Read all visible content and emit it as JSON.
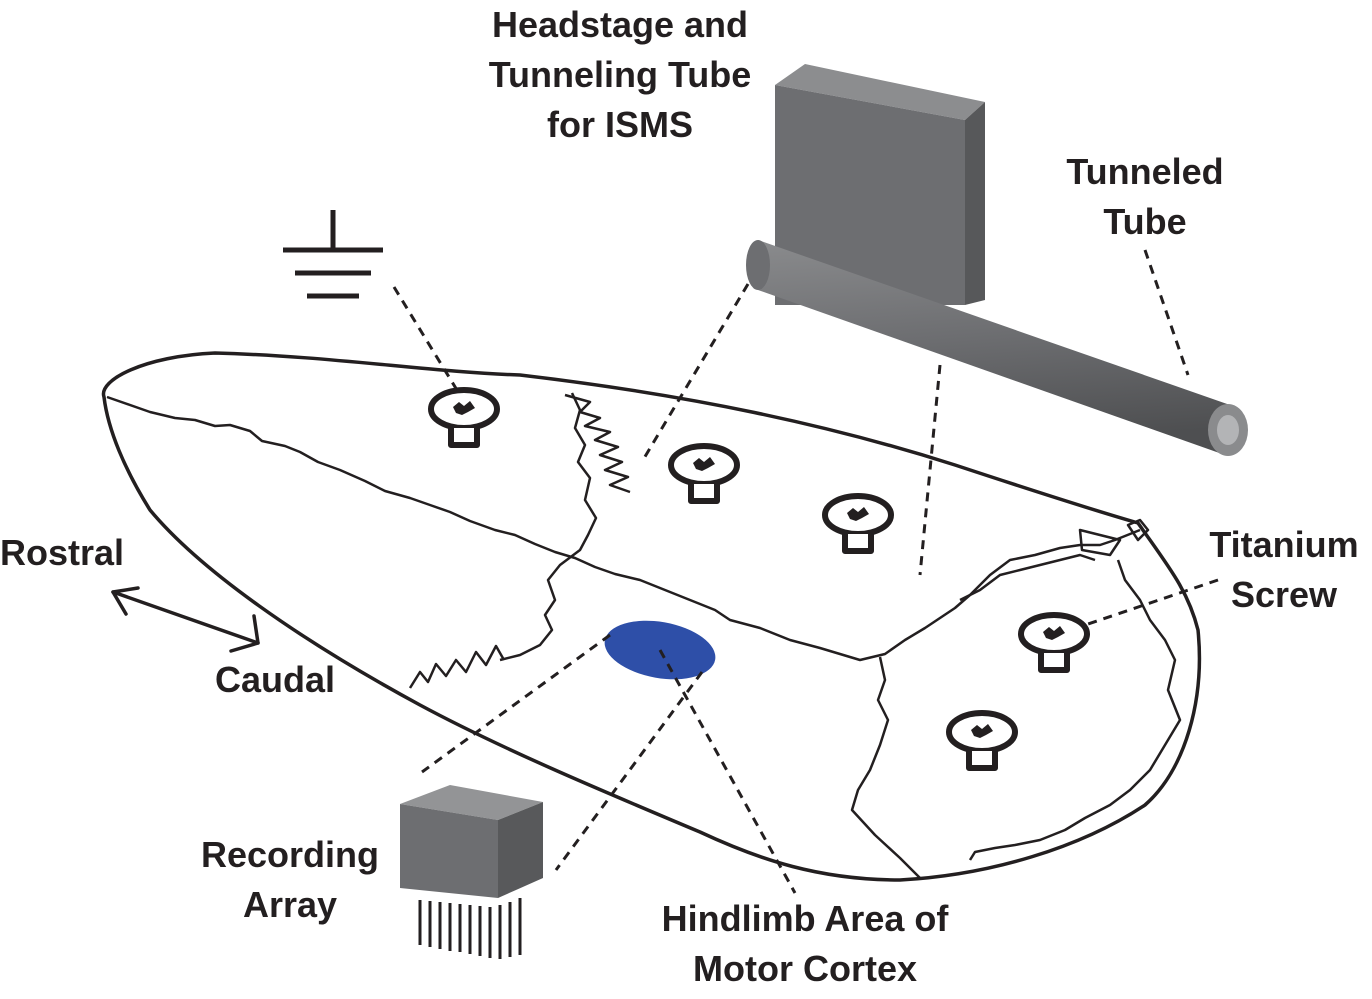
{
  "labels": {
    "headstage": [
      "Headstage and",
      "Tunneling Tube",
      "for ISMS"
    ],
    "tunneled_tube": [
      "Tunneled",
      "Tube"
    ],
    "rostral": "Rostral",
    "caudal": "Caudal",
    "titanium_screw": [
      "Titanium",
      "Screw"
    ],
    "recording_array": [
      "Recording",
      "Array"
    ],
    "hindlimb": [
      "Hindlimb Area of",
      "Motor Cortex"
    ]
  },
  "colors": {
    "hindlimb_area": "#2e4fa8",
    "device_gray": "#6d6e71",
    "outline": "#231f20"
  },
  "icons": [
    "ground-symbol-icon",
    "titanium-screw-icon",
    "double-arrow-icon"
  ]
}
